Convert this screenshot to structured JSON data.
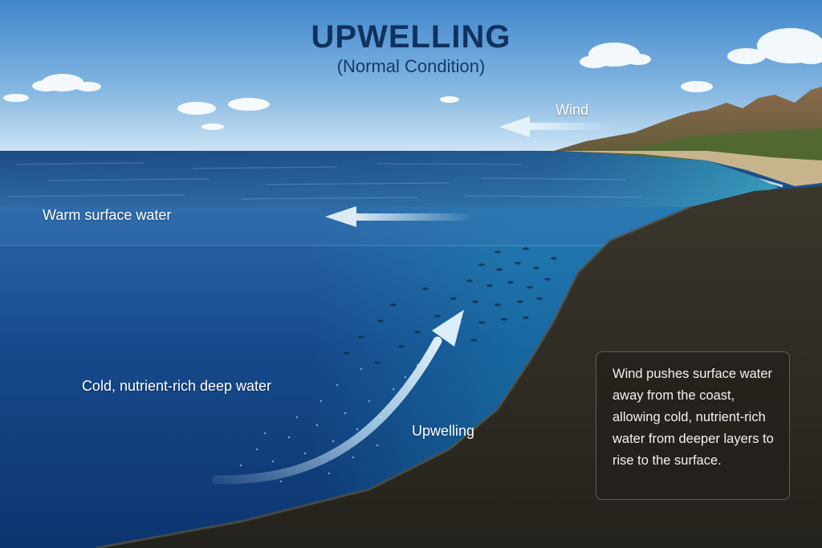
{
  "header": {
    "title": "UPWELLING",
    "subtitle": "(Normal Condition)"
  },
  "labels": {
    "wind": "Wind",
    "warm_surface_water": "Warm surface water",
    "cold_deep_water": "Cold, nutrient-rich deep water",
    "upwelling": "Upwelling"
  },
  "note": {
    "text": "Wind pushes surface water away from the coast, allowing cold, nutrient-rich water from deeper layers to rise to the surface."
  },
  "colors": {
    "sky_top": "#3f86cc",
    "sky_bottom": "#cfe4f5",
    "surface_water": "#2a5d9a",
    "deep_water": "#0f3c7a",
    "seafloor": "#2e2b24",
    "arrow": "#d9eef9",
    "title": "#10325e"
  }
}
